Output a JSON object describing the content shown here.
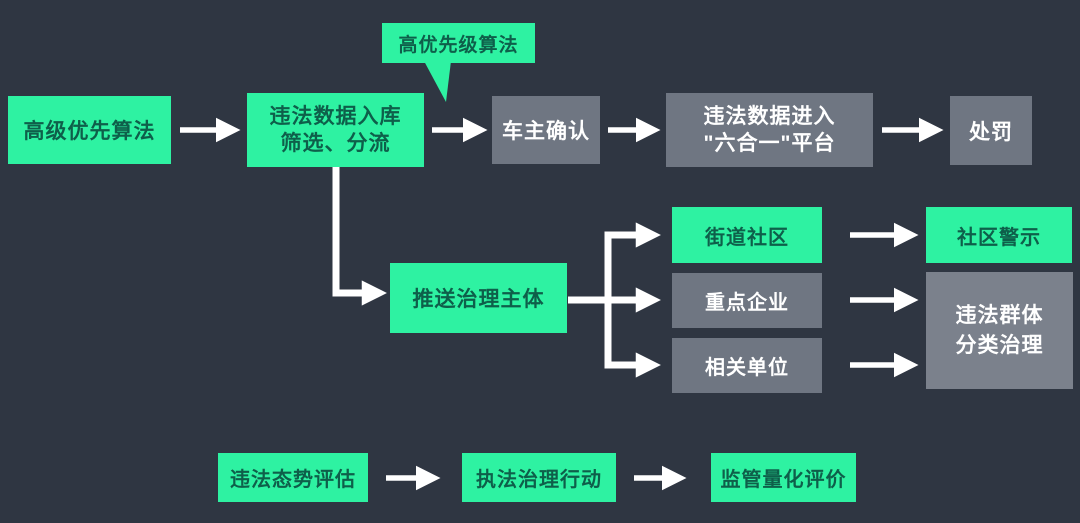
{
  "colors": {
    "background": "#2F3642",
    "node_green": "#2EF2A2",
    "node_gray": "#6F7682",
    "node_gray_light": "#7B818C",
    "text_on_green": "#0E5F4A",
    "text_on_gray": "#FFFFFF",
    "connector": "#FFFFFF"
  },
  "callout": {
    "label": "高优先级算法"
  },
  "nodes": {
    "advanced_priority_algorithm": {
      "lines": [
        "高级优先算法"
      ]
    },
    "violation_data_intake": {
      "lines": [
        "违法数据入库",
        "筛选、分流"
      ]
    },
    "owner_confirmation": {
      "lines": [
        "车主确认"
      ]
    },
    "six_in_one_platform": {
      "lines": [
        "违法数据进入",
        "\"六合一\"平台"
      ]
    },
    "punishment": {
      "lines": [
        "处罚"
      ]
    },
    "push_governance_subject": {
      "lines": [
        "推送治理主体"
      ]
    },
    "street_community": {
      "lines": [
        "街道社区"
      ]
    },
    "key_enterprises": {
      "lines": [
        "重点企业"
      ]
    },
    "related_units": {
      "lines": [
        "相关单位"
      ]
    },
    "community_warning": {
      "lines": [
        "社区警示"
      ]
    },
    "violation_group_governance": {
      "lines": [
        "违法群体",
        "分类治理"
      ]
    },
    "violation_trend_assessment": {
      "lines": [
        "违法态势评估"
      ]
    },
    "enforcement_action": {
      "lines": [
        "执法治理行动"
      ]
    },
    "supervision_evaluation": {
      "lines": [
        "监管量化评价"
      ]
    }
  }
}
